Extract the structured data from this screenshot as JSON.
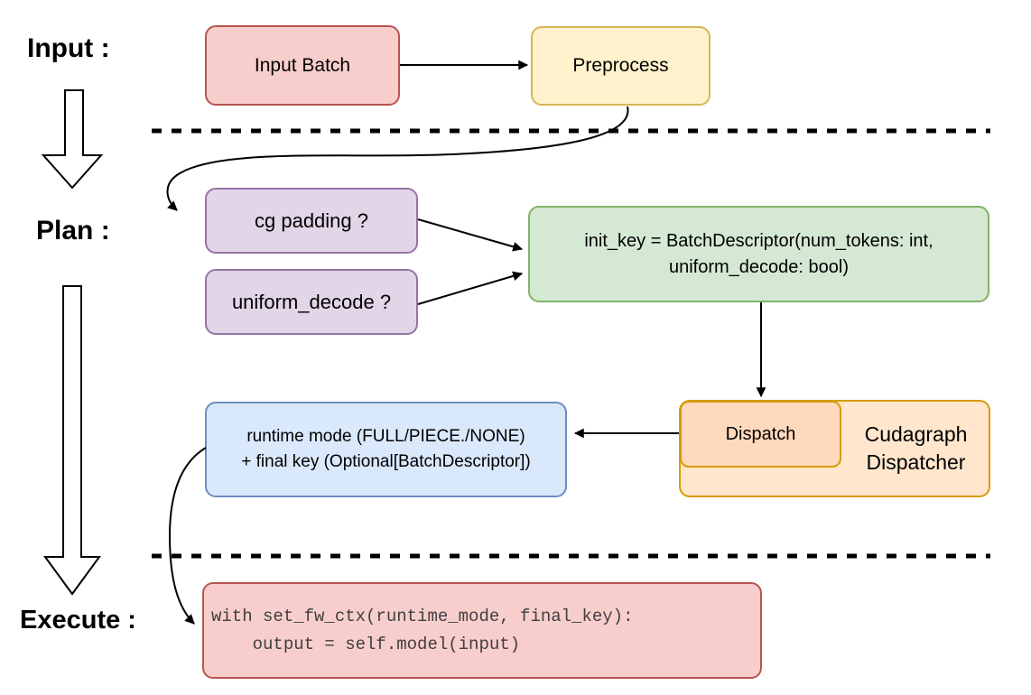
{
  "stages": {
    "input_label": "Input :",
    "plan_label": "Plan :",
    "execute_label": "Execute :"
  },
  "nodes": {
    "input_batch": {
      "label": "Input Batch",
      "fill": "#f8cecc",
      "stroke": "#b85450"
    },
    "preprocess": {
      "label": "Preprocess",
      "fill": "#fff2cc",
      "stroke": "#d6b656"
    },
    "cg_padding": {
      "label": "cg padding ?",
      "fill": "#e1d5e7",
      "stroke": "#9673a6"
    },
    "uniform_decode": {
      "label": "uniform_decode ?",
      "fill": "#e1d5e7",
      "stroke": "#9673a6"
    },
    "init_key": {
      "line1": "init_key = BatchDescriptor(num_tokens: int,",
      "line2": "uniform_decode: bool)",
      "fill": "#d5e8d4",
      "stroke": "#82b366"
    },
    "dispatch": {
      "label": "Dispatch",
      "fill": "#ffd9bd",
      "stroke": "#d79b00"
    },
    "cudagraph_dispatcher": {
      "line1": "Cudagraph",
      "line2": "Dispatcher",
      "fill": "#ffe6cc",
      "stroke": "#d79b00"
    },
    "runtime_final_key": {
      "line1": "runtime mode (FULL/PIECE./NONE)",
      "line2": "+ final key (Optional[BatchDescriptor])",
      "fill": "#dae8fc",
      "stroke": "#6c8ebf"
    },
    "execute_code": {
      "line1": "with set_fw_ctx(runtime_mode, final_key):",
      "line2": "    output = self.model(input)",
      "fill": "#f8cecc",
      "stroke": "#b85450",
      "text_color": "#3f3f3f"
    }
  },
  "colors": {
    "connector": "#000000",
    "divider": "#000000",
    "label_text": "#000000",
    "block_arrow_fill": "#ffffff"
  }
}
